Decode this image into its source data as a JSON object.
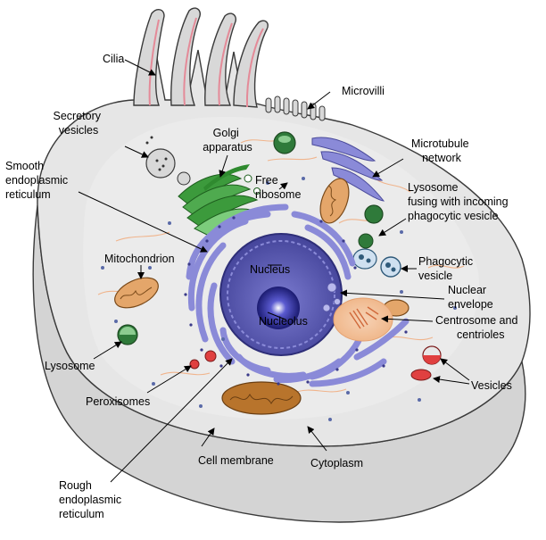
{
  "labels": {
    "cilia": "Cilia",
    "microvilli": "Microvilli",
    "secretory_vesicles": [
      "Secretory",
      "vesicles"
    ],
    "golgi_apparatus": [
      "Golgi",
      "apparatus"
    ],
    "microtubule_network": [
      "Microtubule",
      "network"
    ],
    "smooth_er": [
      "Smooth",
      "endoplasmic",
      "reticulum"
    ],
    "free_ribosome": [
      "Free",
      "ribosome"
    ],
    "lysosome_fusing": [
      "Lysosome",
      "fusing with incoming",
      "phagocytic vesicle"
    ],
    "mitochondrion": "Mitochondrion",
    "nucleus": "Nucleus",
    "phagocytic_vesicle": [
      "Phagocytic",
      "vesicle"
    ],
    "nuclear_envelope": [
      "Nuclear",
      "envelope"
    ],
    "nucleolus": "Nucleolus",
    "centrosome": [
      "Centrosome and",
      "centrioles"
    ],
    "lysosome": "Lysosome",
    "peroxisomes": "Peroxisomes",
    "vesicles": "Vesicles",
    "cell_membrane": "Cell membrane",
    "cytoplasm": "Cytoplasm",
    "rough_er": [
      "Rough",
      "endoplasmic",
      "reticulum"
    ]
  },
  "colors": {
    "cytoplasm": "#e6e6e6",
    "cut_face": "#cdcdcd",
    "nucleus": "#5a5aa8",
    "rough_er": "#8a8ad8",
    "golgi": "#3c9a3c",
    "mitochondrion": "#b8742c",
    "lysosome": "#2f7a3a",
    "vesicle_red": "#e04040",
    "centrosome": "#f2c9a6"
  }
}
